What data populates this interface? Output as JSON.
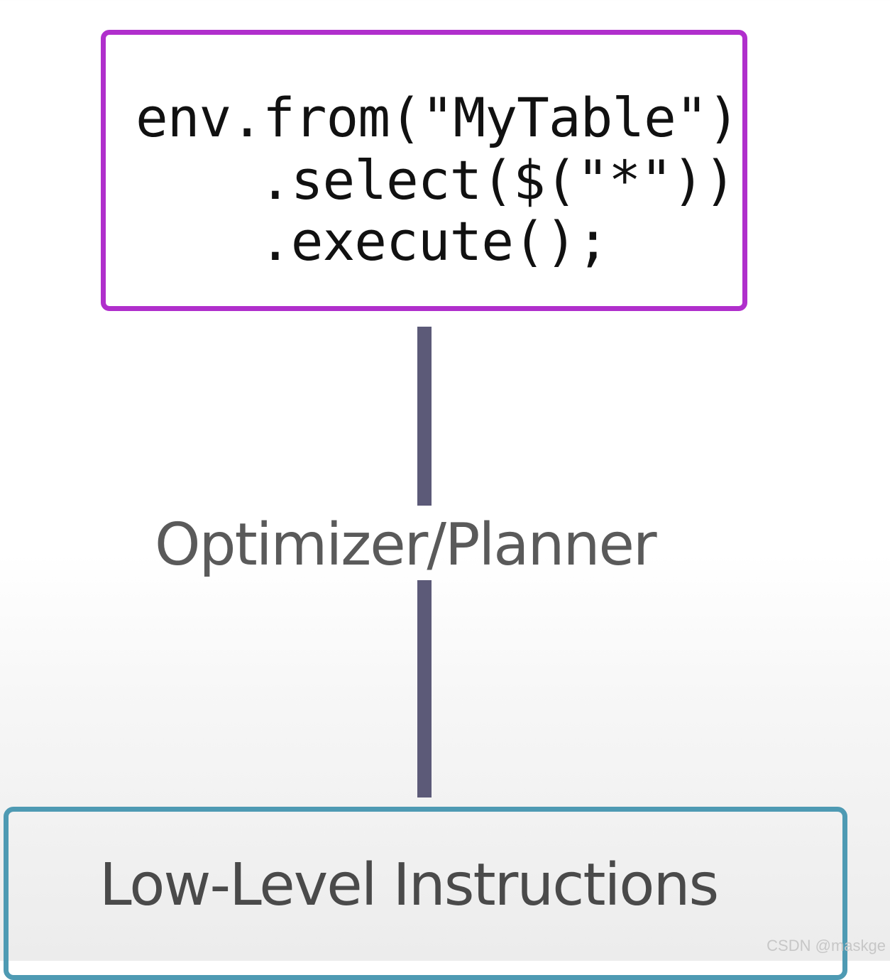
{
  "code_block": {
    "lines": [
      "env.from(\"MyTable\")",
      ".select($(\"*\"))",
      ".execute();"
    ]
  },
  "connector_label": "Optimizer/Planner",
  "output_box": {
    "label": "Low-Level Instructions"
  },
  "watermark": "CSDN @maskge",
  "colors": {
    "code_box_border": "#b02fcc",
    "connector": "#5c5a78",
    "output_box_border": "#4e9ab3"
  }
}
